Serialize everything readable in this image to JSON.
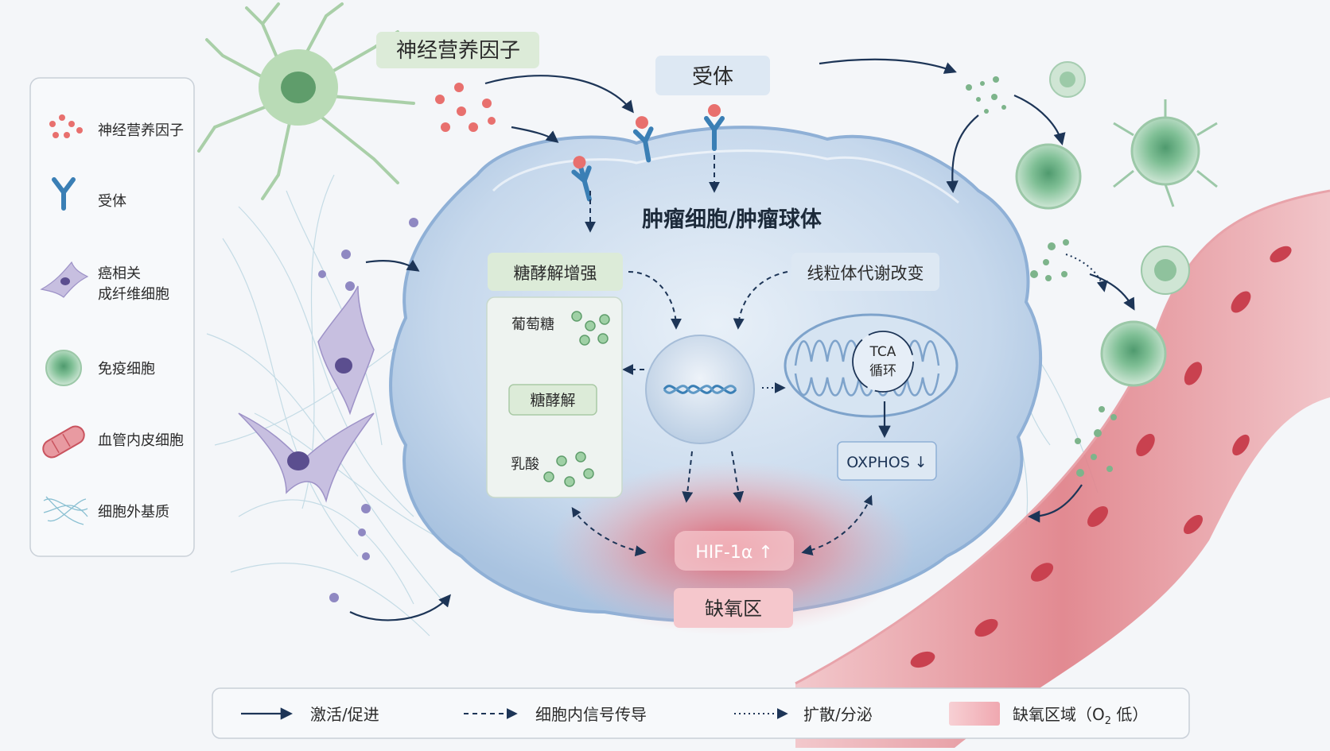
{
  "title": "肿瘤细胞/肿瘤球体",
  "top_labels": {
    "neurotrophic_factor": "神经营养因子",
    "receptor": "受体"
  },
  "legend": {
    "items": [
      {
        "icon": "red-dots-icon",
        "label": "神经营养因子"
      },
      {
        "icon": "receptor-icon",
        "label": "受体"
      },
      {
        "icon": "fibroblast-icon",
        "label_line1": "癌相关",
        "label_line2": "成纤维细胞"
      },
      {
        "icon": "immune-cell-icon",
        "label": "免疫细胞"
      },
      {
        "icon": "vessel-icon",
        "label": "血管内皮细胞"
      },
      {
        "icon": "ecm-icon",
        "label": "细胞外基质"
      }
    ]
  },
  "glycolysis": {
    "header": "糖酵解增强",
    "glucose": "葡萄糖",
    "process": "糖酵解",
    "lactate": "乳酸"
  },
  "mito": {
    "header": "线粒体代谢改变",
    "tca_line1": "TCA",
    "tca_line2": "循环",
    "oxphos": "OXPHOS ↓"
  },
  "hif": "HIF-1α ↑",
  "hypoxia": "缺氧区",
  "bottom_legend": {
    "activation": "激活/促进",
    "signaling": "细胞内信号传导",
    "diffusion": "扩散/分泌",
    "hypoxic_region_prefix": "缺氧区域（O",
    "hypoxic_region_sub": "2",
    "hypoxic_region_suffix": " 低）"
  },
  "colors": {
    "arrow": "#1d3557",
    "factor_red": "#e8706e",
    "receptor_blue": "#3a7fb5",
    "green_box": "#dcebd8",
    "blue_box": "#dde8f3",
    "hypoxia_pink": "#f5c7cc",
    "vessel": "#d9646e"
  }
}
